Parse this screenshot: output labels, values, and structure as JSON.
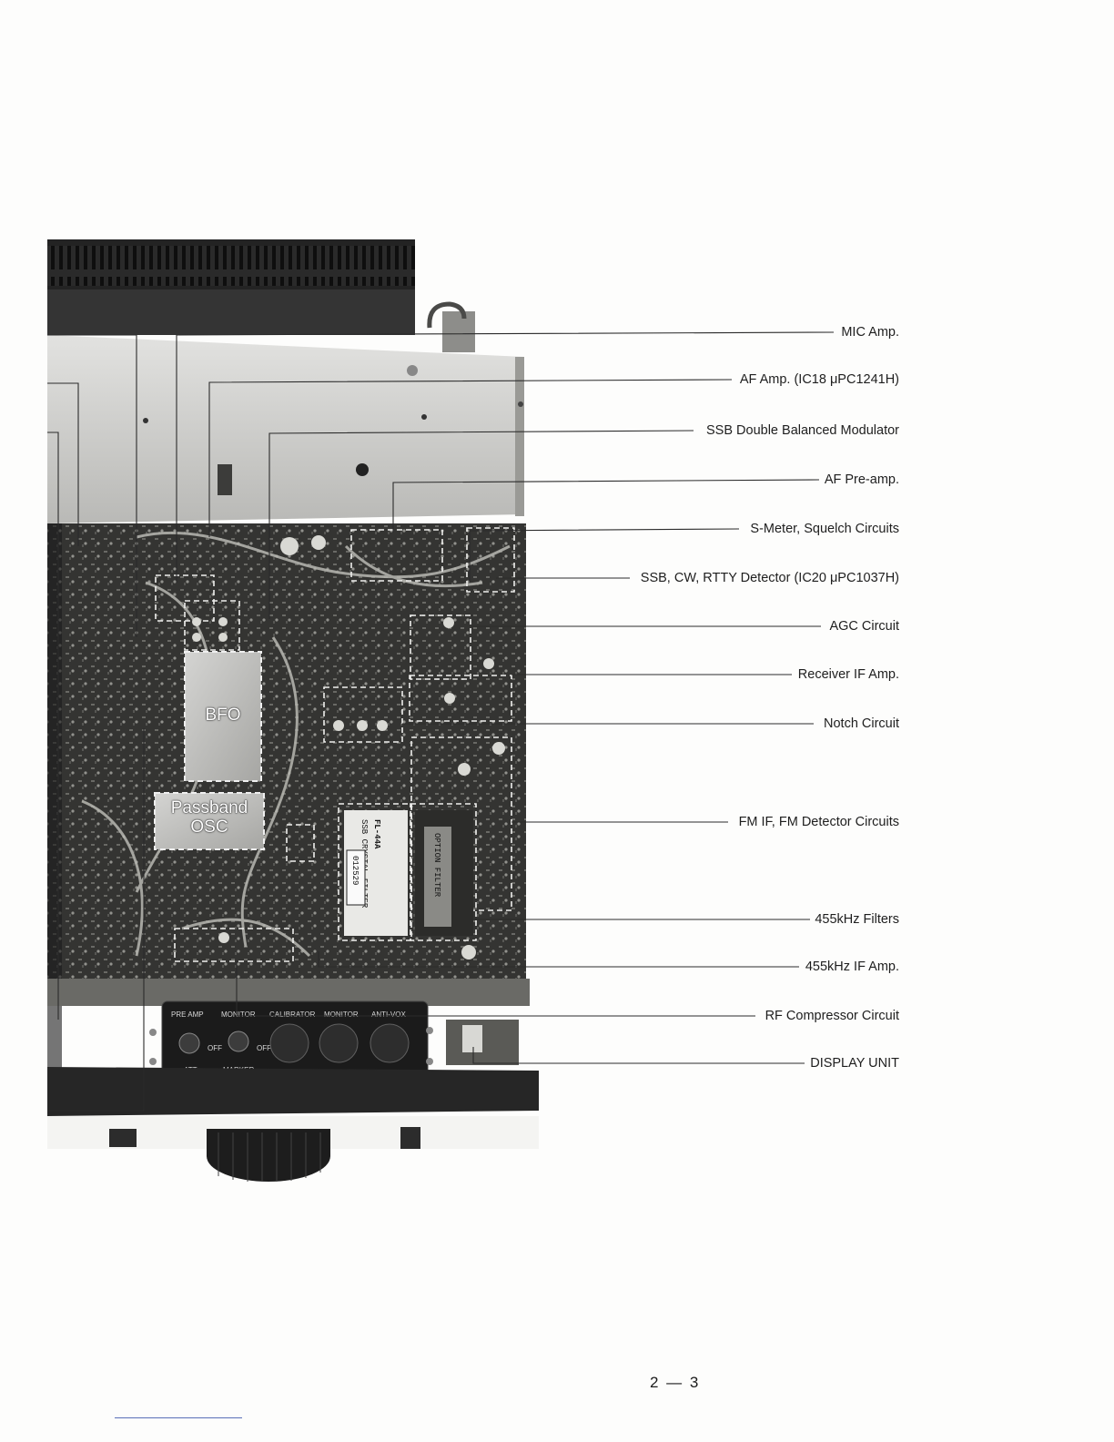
{
  "callouts": [
    {
      "id": "mic-amp",
      "text": "MIC Amp."
    },
    {
      "id": "af-amp",
      "text": "AF Amp. (IC18 μPC1241H)"
    },
    {
      "id": "ssb-dbm",
      "text": "SSB Double Balanced Modulator"
    },
    {
      "id": "af-preamp",
      "text": "AF Pre-amp."
    },
    {
      "id": "s-meter",
      "text": "S-Meter, Squelch Circuits"
    },
    {
      "id": "detector",
      "text": "SSB, CW, RTTY Detector (IC20 μPC1037H)"
    },
    {
      "id": "agc",
      "text": "AGC Circuit"
    },
    {
      "id": "rx-if",
      "text": "Receiver IF Amp."
    },
    {
      "id": "notch",
      "text": "Notch Circuit"
    },
    {
      "id": "fm-if",
      "text": "FM IF, FM Detector Circuits"
    },
    {
      "id": "filters-455",
      "text": "455kHz Filters"
    },
    {
      "id": "if-amp-455",
      "text": "455kHz IF Amp."
    },
    {
      "id": "rf-comp",
      "text": "RF Compressor Circuit"
    },
    {
      "id": "display",
      "text": "DISPLAY UNIT"
    }
  ],
  "photo_labels": {
    "bfo": "BFO",
    "passband_line1": "Passband",
    "passband_line2": "OSC"
  },
  "front_panel": {
    "pre_amp": "PRE AMP",
    "monitor": "MONITOR",
    "calibrator": "CALIBRATOR",
    "monitor2": "MONITOR",
    "anti_vox": "ANTI-VOX",
    "off1": "OFF",
    "off2": "OFF",
    "att": "ATT",
    "marker": "MARKER"
  },
  "crystal_filter": {
    "line1": "SSB CRYSTAL FILTER",
    "line2": "FL-44A",
    "serial": "012529"
  },
  "option_filter": "OPTION FILTER",
  "page_number": "2 — 3"
}
